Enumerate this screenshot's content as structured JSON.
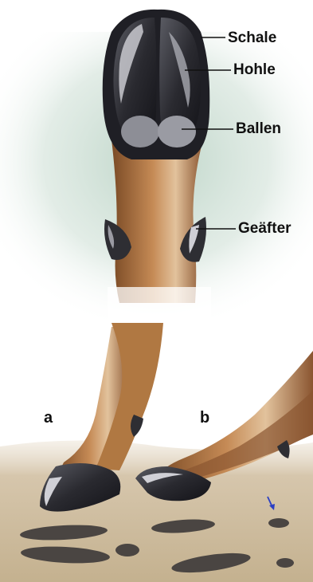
{
  "labels": {
    "schale": "Schale",
    "hohle": "Hohle",
    "ballen": "Ballen",
    "geafter": "Geäfter",
    "view_a": "a",
    "view_b": "b"
  },
  "colors": {
    "fur": "#a8693a",
    "fur_light": "#d8b086",
    "hoof": "#2a2a30",
    "hoof_highlight": "#8c8d96",
    "mist": "#b9d2c4",
    "soil": "#c9b79a",
    "track": "#4a4542",
    "pointer": "#2b3fc4"
  }
}
